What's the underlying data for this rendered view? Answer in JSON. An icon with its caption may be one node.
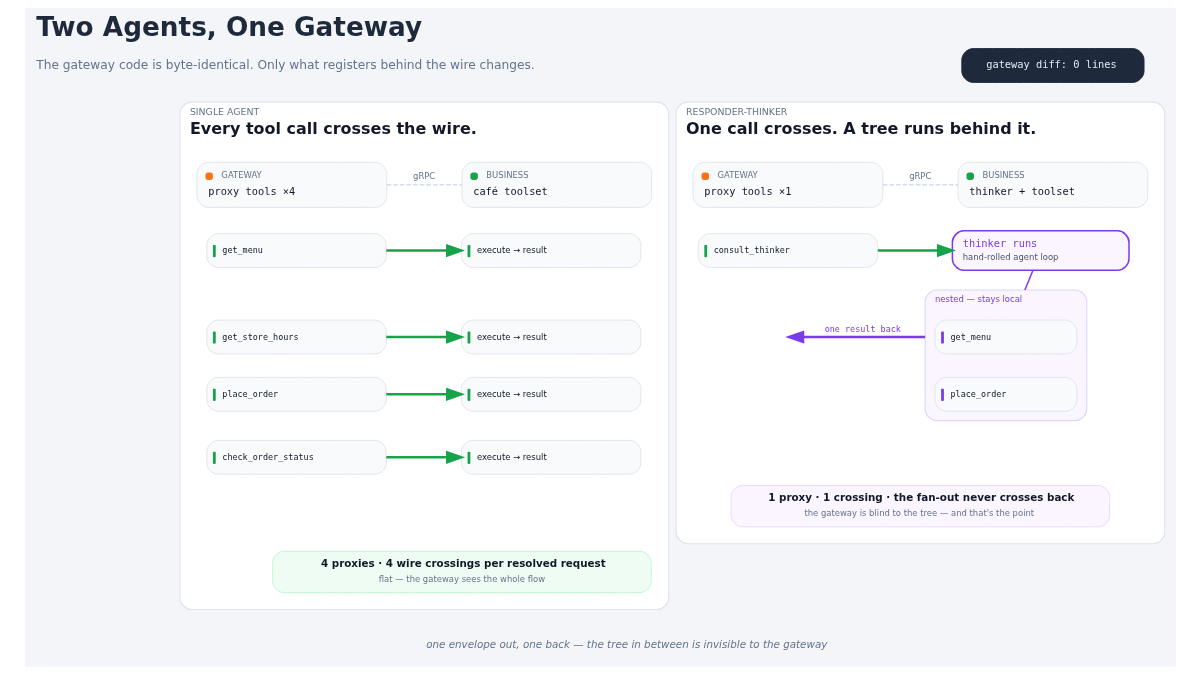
{
  "diagram": {
    "title": "Two Agents, One Gateway",
    "caption": "one envelope out, one back — the tree in between is invisible to the gateway",
    "nodes": [
      {
        "text": [
          "gateway diff: 0 lines"
        ]
      },
      {
        "text": [
          "SINGLE AGENT",
          "Every tool call crosses the wire."
        ]
      },
      {
        "text": [
          "GATEWAY",
          "proxy tools ×4"
        ],
        "in": 1
      },
      {
        "text": [
          "BUSINESS",
          "café toolset"
        ],
        "in": 1
      },
      {
        "text": [
          "get_menu"
        ],
        "in": 1
      },
      {
        "text": [
          "execute → result"
        ],
        "in": 1
      },
      {
        "text": [
          "get_store_hours"
        ],
        "in": 1
      },
      {
        "text": [
          "execute → result"
        ],
        "in": 1
      },
      {
        "text": [
          "place_order"
        ],
        "in": 1
      },
      {
        "text": [
          "execute → result"
        ],
        "in": 1
      },
      {
        "text": [
          "check_order_status"
        ],
        "in": 1
      },
      {
        "text": [
          "execute → result"
        ],
        "in": 1
      },
      {
        "text": [
          "4 proxies · 4 wire crossings per resolved request",
          "flat — the gateway sees the whole flow"
        ],
        "in": 1
      },
      {
        "text": [
          "RESPONDER-THINKER",
          "One call crosses. A tree runs behind it."
        ]
      },
      {
        "text": [
          "GATEWAY",
          "proxy tools ×1"
        ],
        "in": 13
      },
      {
        "text": [
          "BUSINESS",
          "thinker + toolset"
        ],
        "in": 13
      },
      {
        "text": [
          "consult_thinker"
        ],
        "in": 13
      },
      {
        "text": [
          "thinker runs",
          "hand-rolled agent loop"
        ],
        "in": 13
      },
      {
        "text": [
          "nested — stays local"
        ],
        "in": 13
      },
      {
        "text": [
          "get_menu"
        ],
        "in": 18
      },
      {
        "text": [
          "place_order"
        ],
        "in": 18
      },
      {
        "text": [
          "1 proxy · 1 crossing · the fan-out never crosses back",
          "the gateway is blind to the tree — and that's the point"
        ],
        "in": 13
      }
    ],
    "edges": [
      {
        "from": 2,
        "to": 3,
        "arrow": "none",
        "label": "gRPC",
        "style": "dashed",
        "color": "#cbd5e1"
      },
      {
        "from": 4,
        "to": 5,
        "arrow": "to"
      },
      {
        "from": 6,
        "to": 7,
        "arrow": "to"
      },
      {
        "from": 8,
        "to": 9,
        "arrow": "to"
      },
      {
        "from": 10,
        "to": 11,
        "arrow": "to"
      },
      {
        "from": 14,
        "to": 15,
        "arrow": "none",
        "label": "gRPC",
        "style": "dashed",
        "color": "#cbd5e1"
      },
      {
        "from": 16,
        "to": 17,
        "arrow": "to"
      },
      {
        "from": 17,
        "to": 18,
        "arrow": "none",
        "color": "#7c3aed"
      },
      {
        "from": 18,
        "to": null,
        "arrow": "to",
        "label": "one result back",
        "color": "#7c3aed"
      }
    ],
    "labels": [
      "The gateway code is byte-identical. Only what registers behind the wire changes."
    ]
  }
}
